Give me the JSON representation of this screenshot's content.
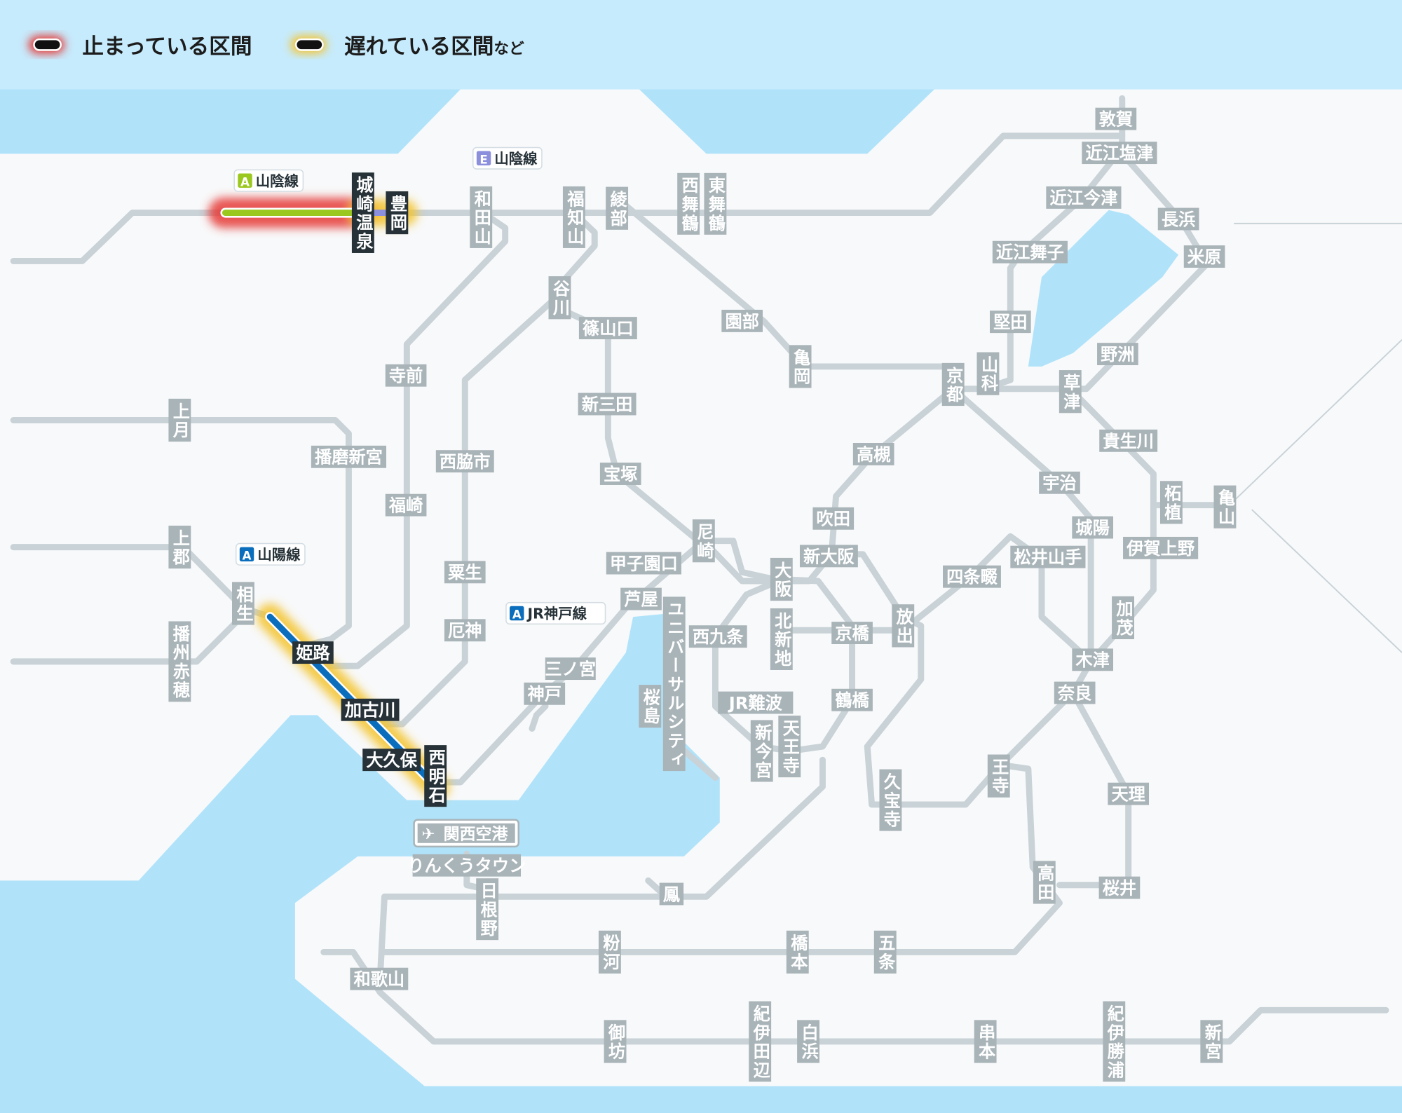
{
  "legend": {
    "stopped_label": "止まっている区間",
    "delayed_label": "遅れている区間",
    "delayed_suffix": "など",
    "colors": {
      "stopped": "#e53935",
      "delayed": "#f4c430"
    }
  },
  "line_badges": [
    {
      "letter": "A",
      "name": "山陰線",
      "color": "#9bc81f"
    },
    {
      "letter": "E",
      "name": "山陰線",
      "color": "#8b8fdc"
    },
    {
      "letter": "A",
      "name": "山陽線",
      "color": "#0a6ebd"
    },
    {
      "letter": "A",
      "name": "JR神戸線",
      "color": "#0a6ebd"
    }
  ],
  "airport": {
    "name": "関西空港",
    "icon": "airplane-icon"
  },
  "stations": [
    {
      "name": "城崎温泉",
      "status": "stopped"
    },
    {
      "name": "豊岡",
      "status": "delayed"
    },
    {
      "name": "和田山"
    },
    {
      "name": "福知山"
    },
    {
      "name": "綾部"
    },
    {
      "name": "西舞鶴"
    },
    {
      "name": "東舞鶴"
    },
    {
      "name": "敦賀"
    },
    {
      "name": "近江塩津"
    },
    {
      "name": "近江今津"
    },
    {
      "name": "長浜"
    },
    {
      "name": "米原"
    },
    {
      "name": "近江舞子"
    },
    {
      "name": "堅田"
    },
    {
      "name": "野洲"
    },
    {
      "name": "山科"
    },
    {
      "name": "京都"
    },
    {
      "name": "草津"
    },
    {
      "name": "貴生川"
    },
    {
      "name": "柘植"
    },
    {
      "name": "亀山"
    },
    {
      "name": "伊賀上野"
    },
    {
      "name": "加茂"
    },
    {
      "name": "木津"
    },
    {
      "name": "城陽"
    },
    {
      "name": "宇治"
    },
    {
      "name": "松井山手"
    },
    {
      "name": "四条畷"
    },
    {
      "name": "放出"
    },
    {
      "name": "奈良"
    },
    {
      "name": "天理"
    },
    {
      "name": "桜井"
    },
    {
      "name": "高田"
    },
    {
      "name": "王寺"
    },
    {
      "name": "久宝寺"
    },
    {
      "name": "鶴橋"
    },
    {
      "name": "京橋"
    },
    {
      "name": "天王寺"
    },
    {
      "name": "新今宮"
    },
    {
      "name": "JR難波"
    },
    {
      "name": "北新地"
    },
    {
      "name": "大阪"
    },
    {
      "name": "新大阪"
    },
    {
      "name": "吹田"
    },
    {
      "name": "高槻"
    },
    {
      "name": "西九条"
    },
    {
      "name": "ユニバーサルシティ"
    },
    {
      "name": "桜島"
    },
    {
      "name": "尼崎"
    },
    {
      "name": "甲子園口"
    },
    {
      "name": "芦屋"
    },
    {
      "name": "三ノ宮"
    },
    {
      "name": "神戸"
    },
    {
      "name": "宝塚"
    },
    {
      "name": "新三田"
    },
    {
      "name": "篠山口"
    },
    {
      "name": "谷川"
    },
    {
      "name": "園部"
    },
    {
      "name": "亀岡"
    },
    {
      "name": "寺前"
    },
    {
      "name": "福崎"
    },
    {
      "name": "播磨新宮"
    },
    {
      "name": "上月"
    },
    {
      "name": "上郡"
    },
    {
      "name": "相生"
    },
    {
      "name": "播州赤穂"
    },
    {
      "name": "西脇市"
    },
    {
      "name": "粟生"
    },
    {
      "name": "厄神"
    },
    {
      "name": "姫路",
      "status": "delayed"
    },
    {
      "name": "加古川",
      "status": "delayed"
    },
    {
      "name": "大久保",
      "status": "delayed"
    },
    {
      "name": "西明石",
      "status": "delayed"
    },
    {
      "name": "りんくうタウン"
    },
    {
      "name": "日根野"
    },
    {
      "name": "鳳"
    },
    {
      "name": "和歌山"
    },
    {
      "name": "粉河"
    },
    {
      "name": "橋本"
    },
    {
      "name": "五条"
    },
    {
      "name": "御坊"
    },
    {
      "name": "紀伊田辺"
    },
    {
      "name": "白浜"
    },
    {
      "name": "串本"
    },
    {
      "name": "紀伊勝浦"
    },
    {
      "name": "新宮"
    }
  ]
}
